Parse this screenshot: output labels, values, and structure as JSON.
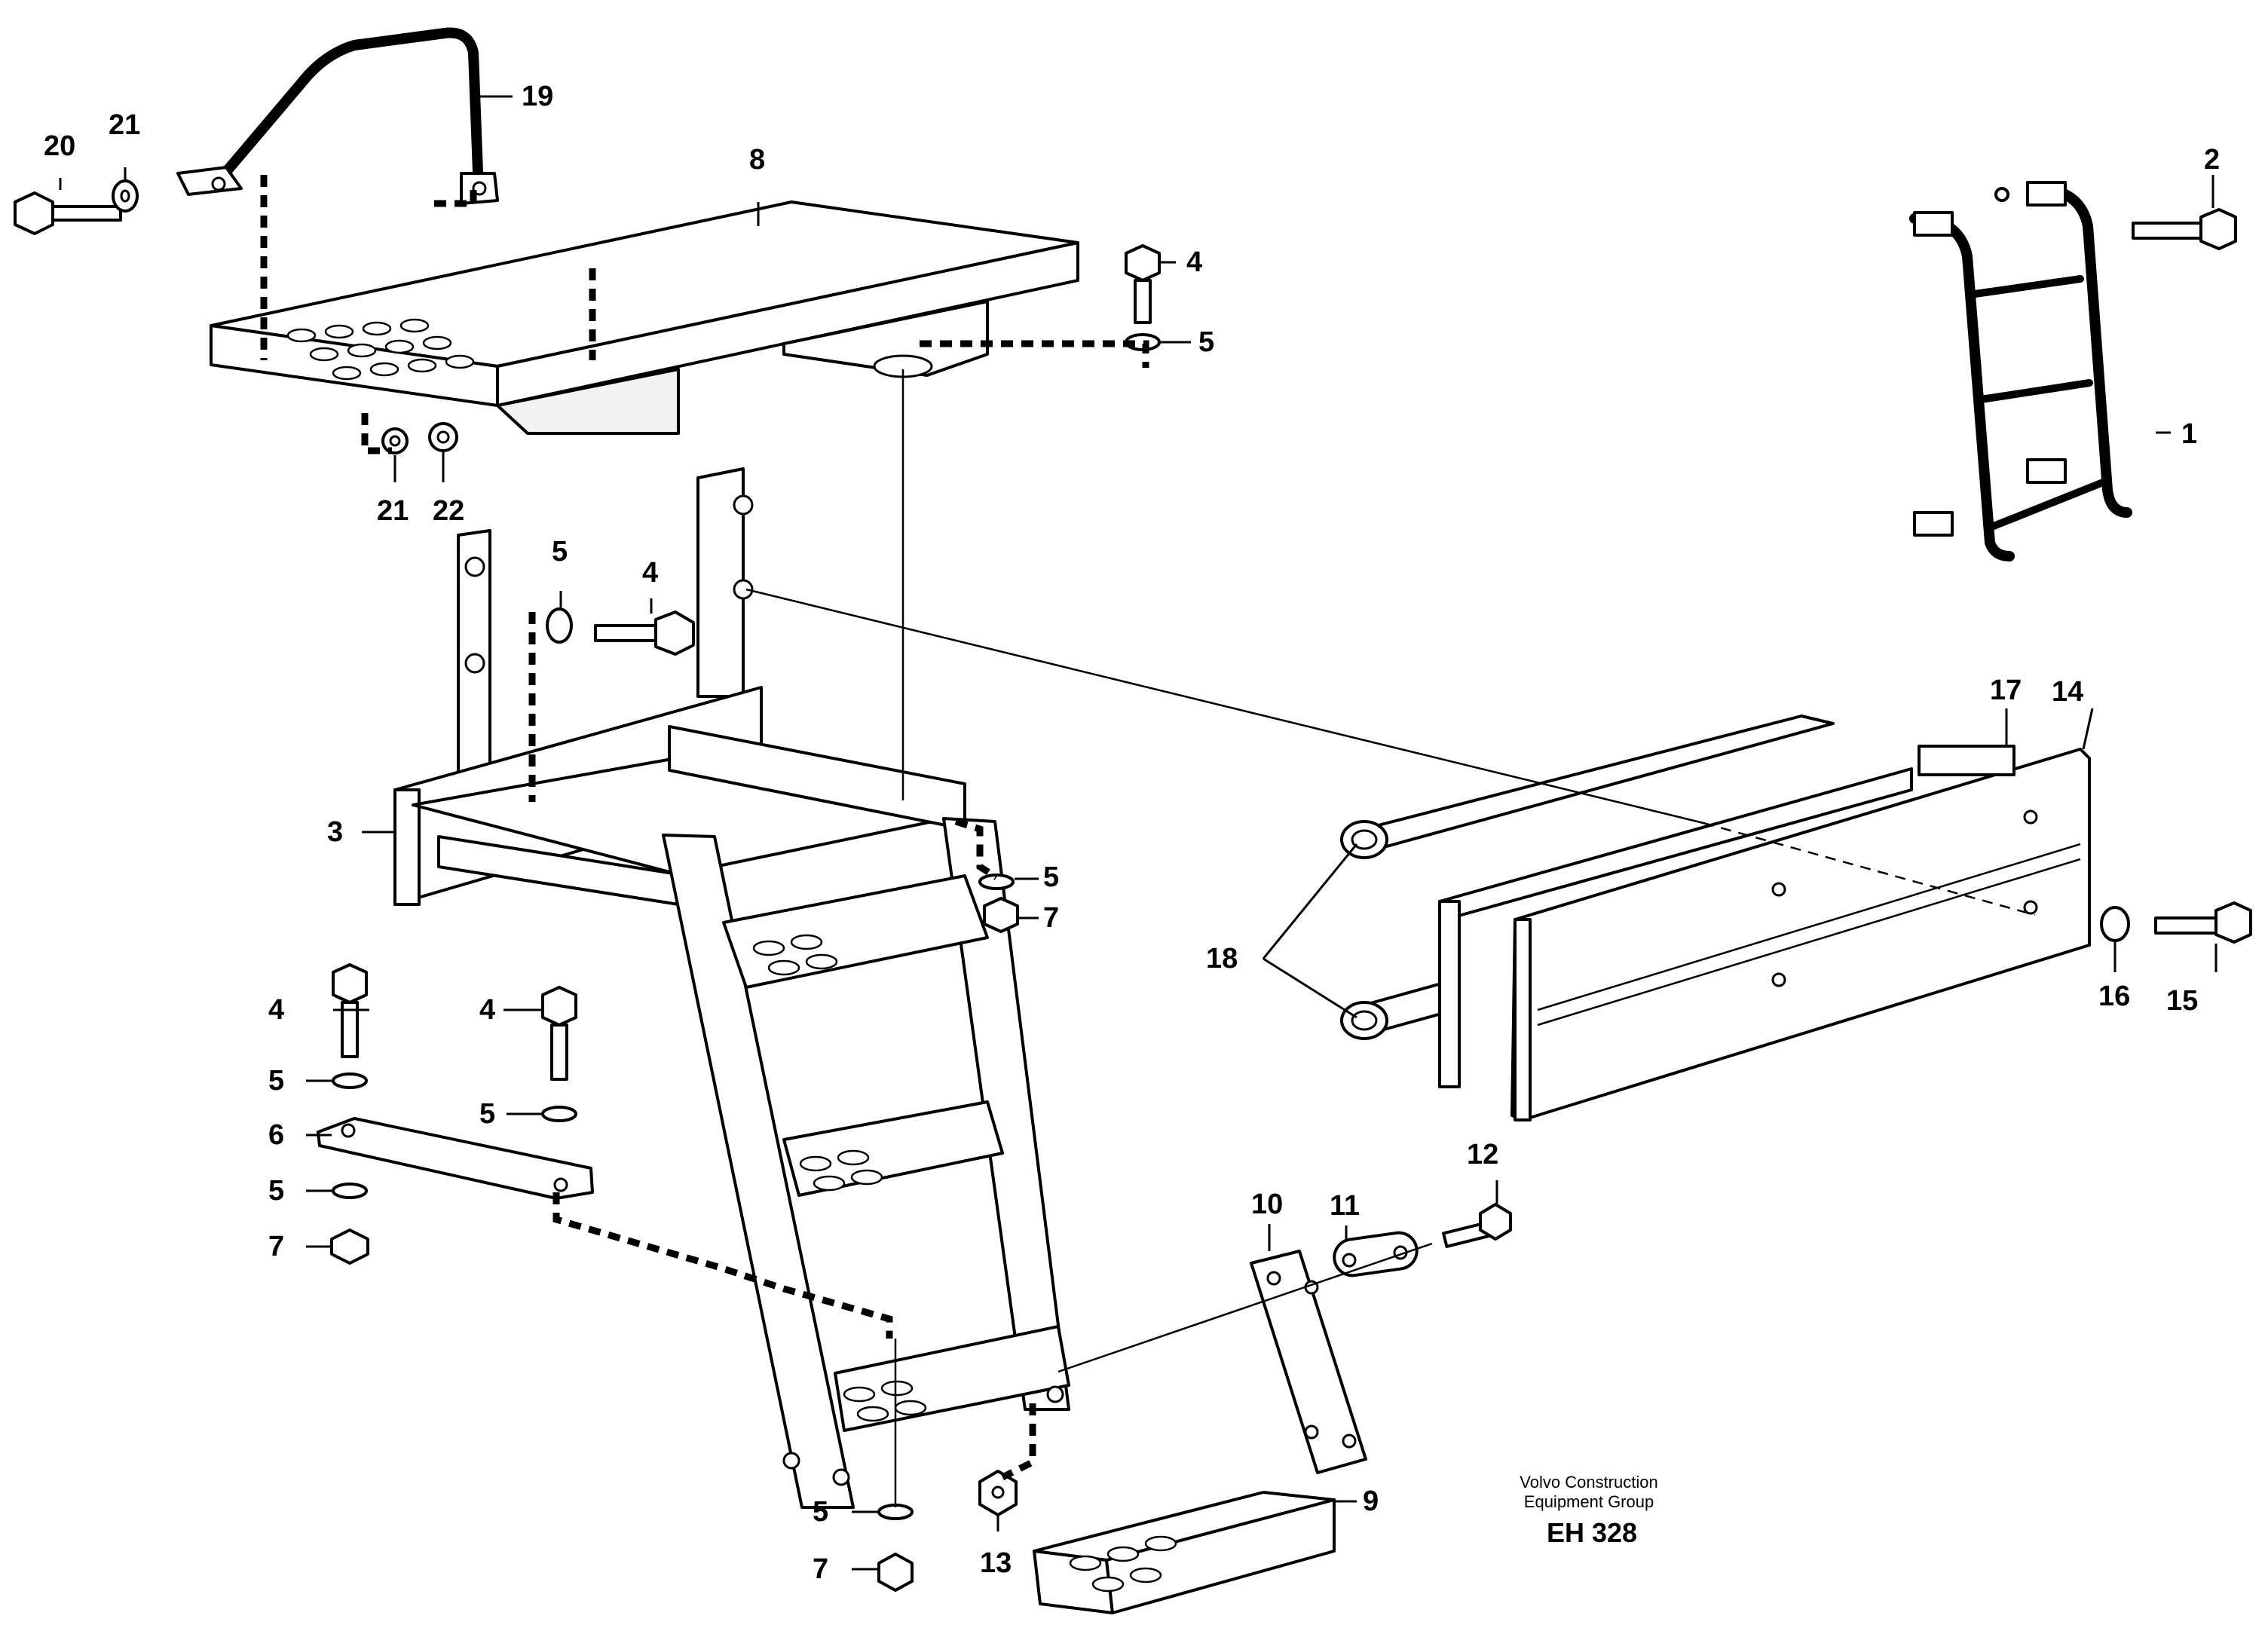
{
  "callouts": {
    "c1": "1",
    "c2": "2",
    "c3": "3",
    "c4a": "4",
    "c4b": "4",
    "c4c": "4",
    "c4d": "4",
    "c5a": "5",
    "c5b": "5",
    "c5c": "5",
    "c5d": "5",
    "c5e": "5",
    "c5f": "5",
    "c5g": "5",
    "c6": "6",
    "c7a": "7",
    "c7b": "7",
    "c7c": "7",
    "c8": "8",
    "c9": "9",
    "c10": "10",
    "c11": "11",
    "c12": "12",
    "c13": "13",
    "c14": "14",
    "c15": "15",
    "c16": "16",
    "c17": "17",
    "c18": "18",
    "c19": "19",
    "c20": "20",
    "c21a": "21",
    "c21b": "21",
    "c22": "22"
  },
  "credit": {
    "line1": "Volvo Construction",
    "line2": "Equipment Group",
    "code": "EH 328"
  },
  "colors": {
    "ink": "#000000",
    "paper": "#ffffff"
  }
}
